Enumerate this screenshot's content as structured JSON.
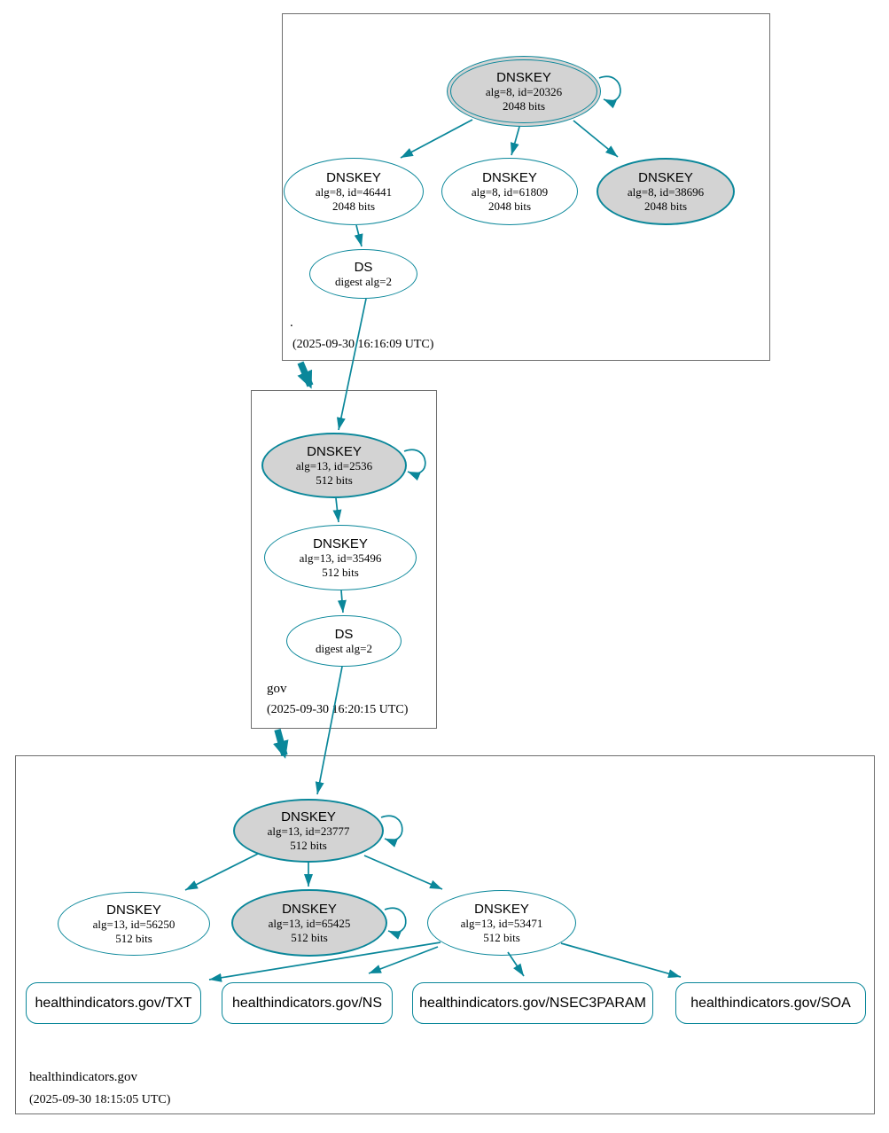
{
  "colors": {
    "edge": "#0a879a",
    "sepfill": "#d3d3d3",
    "boxline": "#6e6e6e"
  },
  "zones": {
    "root": {
      "label": ".",
      "timestamp": "(2025-09-30 16:16:09 UTC)",
      "nodes": {
        "ksk": {
          "title": "DNSKEY",
          "detail1": "alg=8, id=20326",
          "detail2": "2048 bits"
        },
        "zsk1": {
          "title": "DNSKEY",
          "detail1": "alg=8, id=46441",
          "detail2": "2048 bits"
        },
        "zsk2": {
          "title": "DNSKEY",
          "detail1": "alg=8, id=61809",
          "detail2": "2048 bits"
        },
        "zsk3": {
          "title": "DNSKEY",
          "detail1": "alg=8, id=38696",
          "detail2": "2048 bits"
        },
        "ds": {
          "title": "DS",
          "detail1": "digest alg=2"
        }
      }
    },
    "gov": {
      "label": "gov",
      "timestamp": "(2025-09-30 16:20:15 UTC)",
      "nodes": {
        "ksk": {
          "title": "DNSKEY",
          "detail1": "alg=13, id=2536",
          "detail2": "512 bits"
        },
        "zsk": {
          "title": "DNSKEY",
          "detail1": "alg=13, id=35496",
          "detail2": "512 bits"
        },
        "ds": {
          "title": "DS",
          "detail1": "digest alg=2"
        }
      }
    },
    "healthindicators": {
      "label": "healthindicators.gov",
      "timestamp": "(2025-09-30 18:15:05 UTC)",
      "nodes": {
        "ksk": {
          "title": "DNSKEY",
          "detail1": "alg=13, id=23777",
          "detail2": "512 bits"
        },
        "zsk1": {
          "title": "DNSKEY",
          "detail1": "alg=13, id=56250",
          "detail2": "512 bits"
        },
        "zsk2": {
          "title": "DNSKEY",
          "detail1": "alg=13, id=65425",
          "detail2": "512 bits"
        },
        "zsk3": {
          "title": "DNSKEY",
          "detail1": "alg=13, id=53471",
          "detail2": "512 bits"
        }
      },
      "rrsets": {
        "txt": "healthindicators.gov/TXT",
        "ns": "healthindicators.gov/NS",
        "nsec3param": "healthindicators.gov/NSEC3PARAM",
        "soa": "healthindicators.gov/SOA"
      }
    }
  }
}
